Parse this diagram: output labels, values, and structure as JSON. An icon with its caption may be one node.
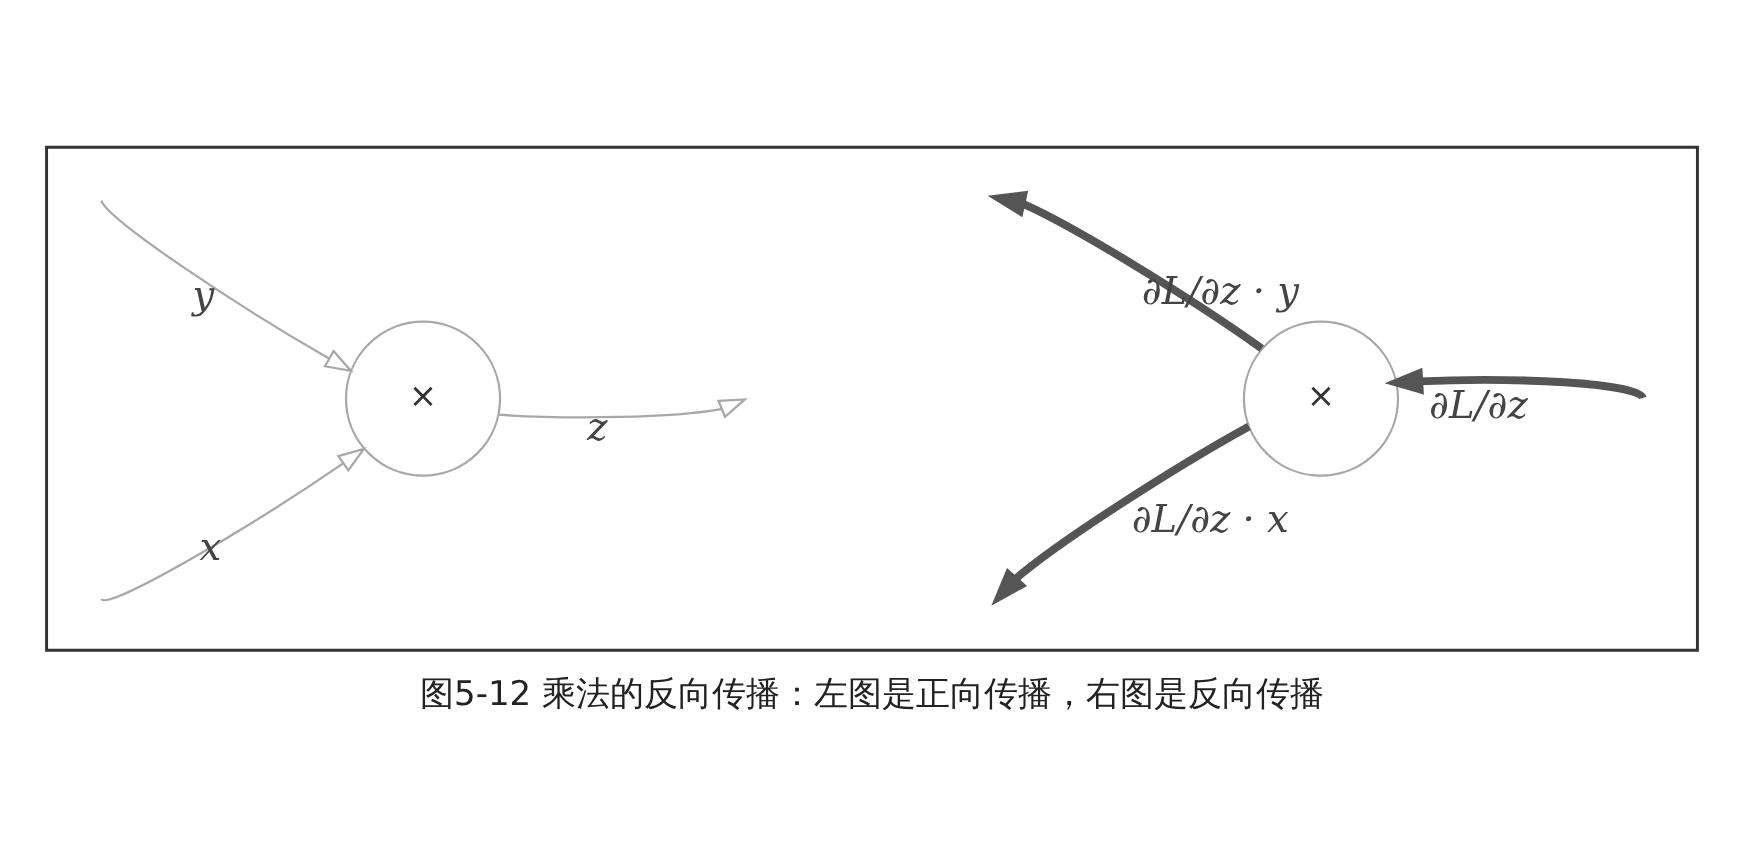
{
  "diagram": {
    "caption": "图5-12 乘法的反向传播：左图是正向传播，右图是反向传播",
    "nodes": [
      {
        "text": [],
        "shape": "box"
      },
      {
        "text": [
          "×"
        ],
        "in": 0
      },
      {
        "text": [
          "×"
        ],
        "in": 0
      }
    ],
    "edges": [
      {
        "from": null,
        "to": 1,
        "arrow": "to",
        "label": "x"
      },
      {
        "from": null,
        "to": 1,
        "arrow": "to",
        "label": "y"
      },
      {
        "from": 1,
        "to": null,
        "arrow": "to",
        "label": "z"
      },
      {
        "from": 2,
        "to": null,
        "arrow": "to",
        "label": "∂L/∂z · y",
        "style": "thick",
        "color": "#555555"
      },
      {
        "from": 2,
        "to": null,
        "arrow": "to",
        "label": "∂L/∂z · x",
        "style": "thick",
        "color": "#555555"
      },
      {
        "from": null,
        "to": 2,
        "arrow": "to",
        "label": "∂L/∂z",
        "style": "thick",
        "color": "#555555"
      }
    ]
  }
}
